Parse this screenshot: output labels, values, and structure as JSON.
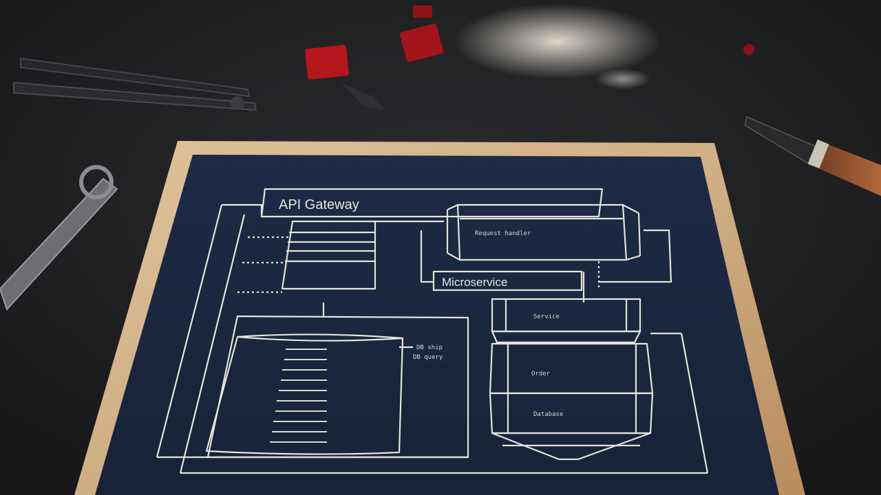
{
  "scene": {
    "description_colors": {
      "desk": "#1d1e20",
      "paper_border": "#d8b88e",
      "blueprint": "#1b2640",
      "chalk": "#e8e6dc",
      "red_block": "#b3161c",
      "pen_body": "#9a5530"
    }
  },
  "blueprint": {
    "title": "API Gateway",
    "microservice_label": "Microservice",
    "top_right_text": "Request handler",
    "box_a_text": "Service",
    "box_b_text": "Order",
    "box_c_text": "Database",
    "side_note_1": "DB ship",
    "side_note_2": "DB query"
  }
}
